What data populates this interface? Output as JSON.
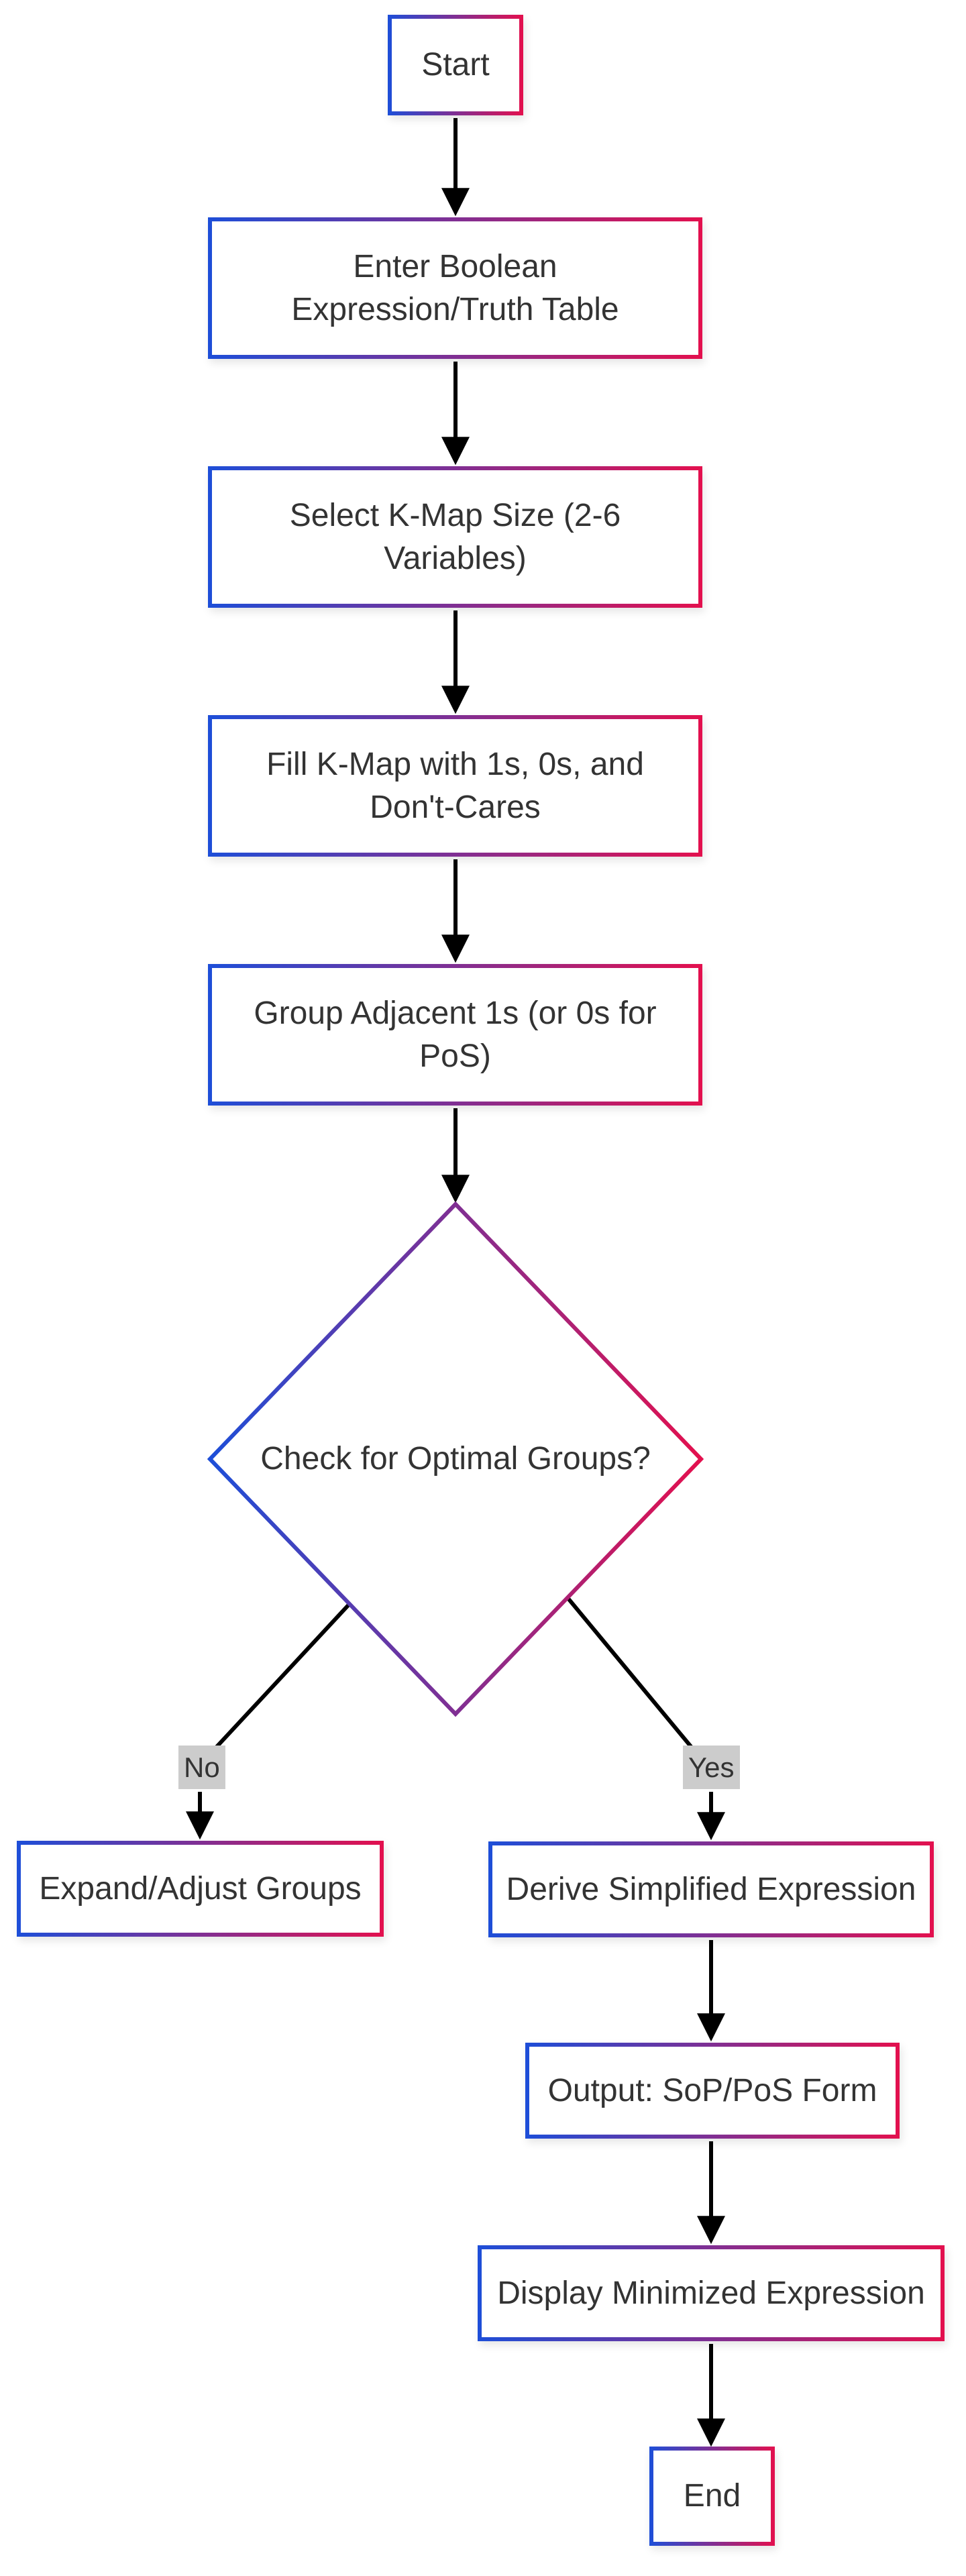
{
  "diagram": {
    "type": "flowchart",
    "direction": "top-down",
    "colors": {
      "canvas_bg": "#ffffff",
      "node_fill": "#ffffff",
      "blue": "#1d4ed8",
      "crimson": "#e3104e",
      "edge": "#000000",
      "text": "#333333",
      "label_bg": "#cccccc"
    },
    "nodes": [
      {
        "id": "start",
        "shape": "rect",
        "label": "Start"
      },
      {
        "id": "enter",
        "shape": "rect",
        "label": "Enter Boolean Expression/Truth Table"
      },
      {
        "id": "select",
        "shape": "rect",
        "label": "Select K-Map Size (2-6 Variables)"
      },
      {
        "id": "fill",
        "shape": "rect",
        "label": "Fill K-Map with 1s, 0s, and Don't-Cares"
      },
      {
        "id": "group",
        "shape": "rect",
        "label": "Group Adjacent 1s (or 0s for PoS)"
      },
      {
        "id": "check",
        "shape": "diamond",
        "label": "Check for Optimal Groups?"
      },
      {
        "id": "expand",
        "shape": "rect",
        "label": "Expand/Adjust Groups"
      },
      {
        "id": "derive",
        "shape": "rect",
        "label": "Derive Simplified Expression"
      },
      {
        "id": "output",
        "shape": "rect",
        "label": "Output: SoP/PoS Form"
      },
      {
        "id": "display",
        "shape": "rect",
        "label": "Display Minimized Expression"
      },
      {
        "id": "end",
        "shape": "rect",
        "label": "End"
      }
    ],
    "edge_labels": [
      {
        "text": "No"
      },
      {
        "text": "Yes"
      }
    ],
    "edges": [
      {
        "from": "start",
        "to": "enter",
        "label": ""
      },
      {
        "from": "enter",
        "to": "select",
        "label": ""
      },
      {
        "from": "select",
        "to": "fill",
        "label": ""
      },
      {
        "from": "fill",
        "to": "group",
        "label": ""
      },
      {
        "from": "group",
        "to": "check",
        "label": ""
      },
      {
        "from": "check",
        "to": "expand",
        "label": "No"
      },
      {
        "from": "check",
        "to": "derive",
        "label": "Yes"
      },
      {
        "from": "derive",
        "to": "output",
        "label": ""
      },
      {
        "from": "output",
        "to": "display",
        "label": ""
      },
      {
        "from": "display",
        "to": "end",
        "label": ""
      }
    ]
  }
}
